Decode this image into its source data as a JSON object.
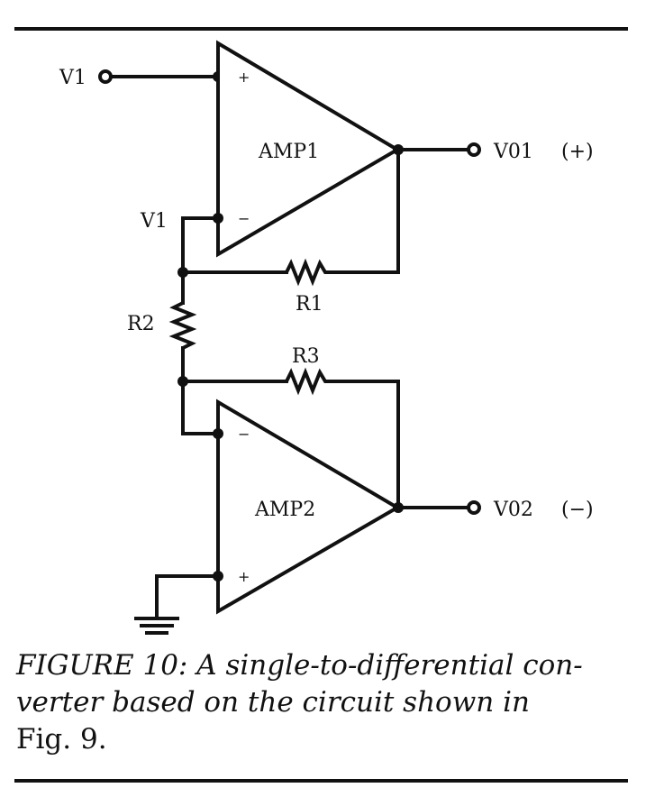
{
  "diagram": {
    "amplifiers": [
      {
        "id": "amp1",
        "label": "AMP1",
        "plus_symbol": "+",
        "minus_symbol": "−"
      },
      {
        "id": "amp2",
        "label": "AMP2",
        "plus_symbol": "+",
        "minus_symbol": "−"
      }
    ],
    "terminals": {
      "input": "V1",
      "node": "V1",
      "output_pos": "V01",
      "output_pos_sign": "(+)",
      "output_neg": "V02",
      "output_neg_sign": "(−)"
    },
    "resistors": [
      "R1",
      "R2",
      "R3"
    ]
  },
  "caption": {
    "title": "FIGURE 10:",
    "body": "A single-to-differential con-verter based on the circuit shown in",
    "reference": "Fig. 9."
  }
}
